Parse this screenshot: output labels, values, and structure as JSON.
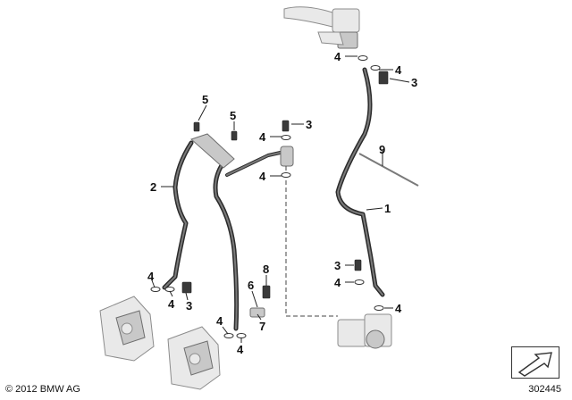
{
  "callouts": {
    "c1": "1",
    "c2": "2",
    "c3a": "3",
    "c3b": "3",
    "c3c": "3",
    "c3d": "3",
    "c4a": "4",
    "c4b": "4",
    "c4c": "4",
    "c4d": "4",
    "c4e": "4",
    "c4f": "4",
    "c4g": "4",
    "c4h": "4",
    "c4i": "4",
    "c4j": "4",
    "c5a": "5",
    "c5b": "5",
    "c6": "6",
    "c7": "7",
    "c8": "8",
    "c9": "9"
  },
  "footer": {
    "copyright": "© 2012 BMW AG",
    "drawing_number": "302445"
  },
  "icons": {
    "navigation": "diagonal-arrow-icon"
  }
}
